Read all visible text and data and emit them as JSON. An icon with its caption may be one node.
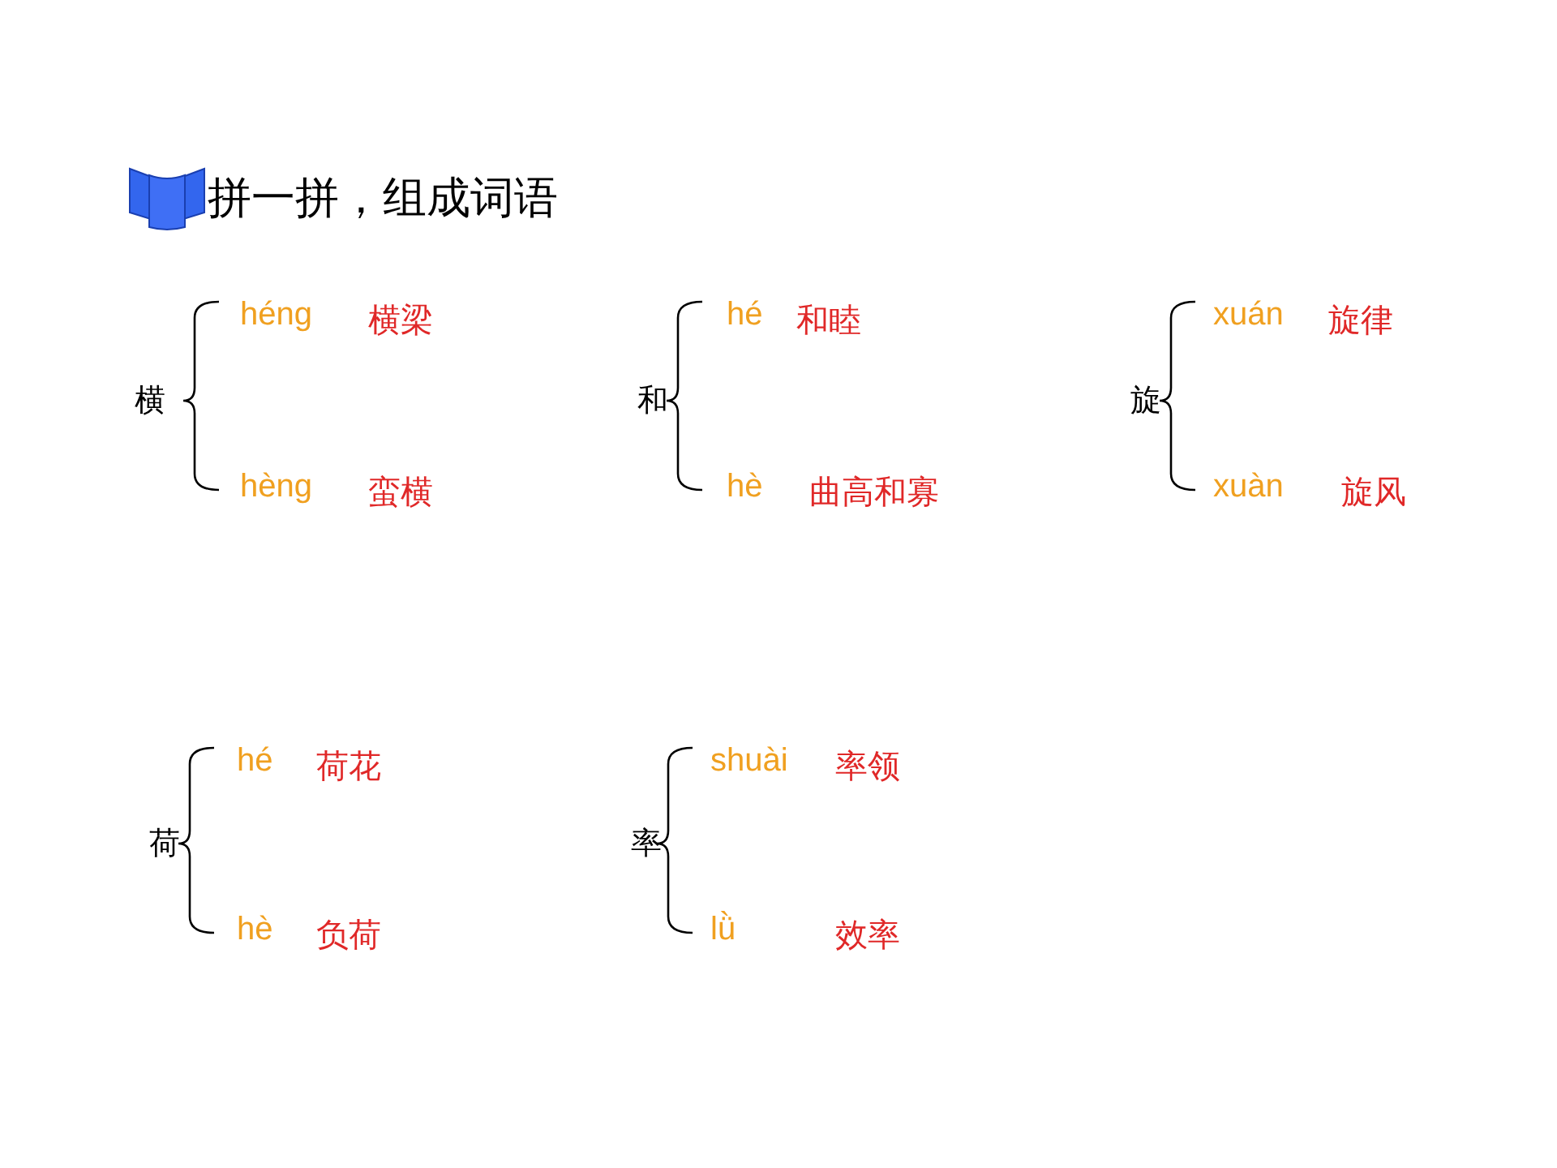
{
  "diagram": {
    "title": "拼一拼，组成词语",
    "labels": [
      "横",
      "héng",
      "横梁",
      "hèng",
      "蛮横",
      "和",
      "hé",
      "和睦",
      "hè",
      "曲高和寡",
      "旋",
      "xuán",
      "旋律",
      "xuàn",
      "旋风",
      "荷",
      "hé",
      "荷花",
      "hè",
      "负荷",
      "率",
      "shuài",
      "率领",
      "lǜ",
      "效率"
    ]
  }
}
